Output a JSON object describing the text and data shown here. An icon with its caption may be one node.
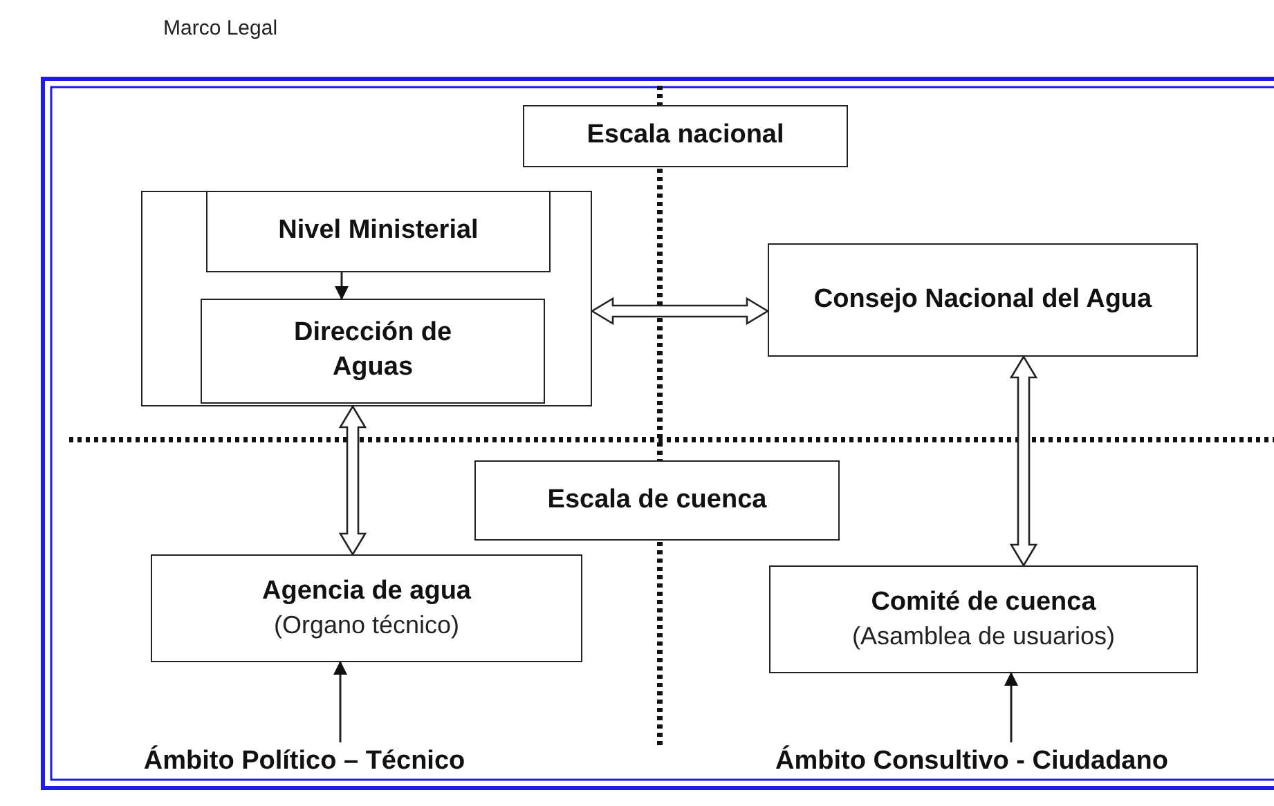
{
  "diagram": {
    "title": "Marco Legal",
    "nodes": [
      {
        "text": [
          "Escala nacional"
        ]
      },
      {
        "text": [],
        "shape": "box"
      },
      {
        "text": [
          "Nivel Ministerial"
        ],
        "in": 1
      },
      {
        "text": [
          "Dirección de Aguas"
        ],
        "in": 1
      },
      {
        "text": [
          "Consejo Nacional del Agua"
        ]
      },
      {
        "text": [
          "Escala de cuenca"
        ]
      },
      {
        "text": [
          "Agencia de agua",
          "(Organo técnico)"
        ]
      },
      {
        "text": [
          "Comité de cuenca",
          "(Asamblea de usuarios)"
        ]
      },
      {
        "text": [
          "Ámbito  Político – Técnico"
        ]
      },
      {
        "text": [
          "Ámbito Consultivo - Ciudadano"
        ]
      }
    ],
    "edges": [
      {
        "from": 2,
        "to": 3,
        "arrow": "to"
      },
      {
        "from": 1,
        "to": 4,
        "arrow": "both",
        "style": "thick"
      },
      {
        "from": 1,
        "to": 6,
        "arrow": "both",
        "style": "thick"
      },
      {
        "from": 4,
        "to": 7,
        "arrow": "both",
        "style": "thick"
      },
      {
        "from": 8,
        "to": 6,
        "arrow": "to"
      },
      {
        "from": 9,
        "to": 7,
        "arrow": "to"
      }
    ]
  }
}
